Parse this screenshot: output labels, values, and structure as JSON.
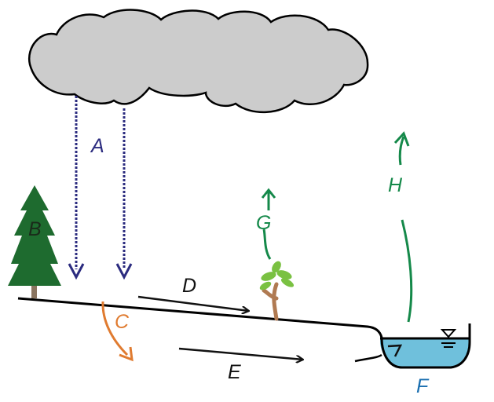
{
  "labels": {
    "A": "A",
    "B": "B",
    "C": "C",
    "D": "D",
    "E": "E",
    "F": "F",
    "G": "G",
    "H": "H"
  },
  "colors": {
    "cloud_fill": "#cccccc",
    "outline": "#000000",
    "precipitation": "#2b2b7f",
    "tree": "#1e6b2f",
    "trunk": "#8a7560",
    "infiltration": "#e07b30",
    "flow": "#111111",
    "water": "#6fc0dc",
    "water_label": "#1a6fb0",
    "transpiration": "#15894a",
    "plant_leaf": "#7ac142",
    "plant_stem": "#b07a52"
  },
  "icons": {
    "cloud": "cloud-icon",
    "tree": "tree-icon",
    "plant": "plant-icon",
    "water_level": "water-level-icon"
  }
}
